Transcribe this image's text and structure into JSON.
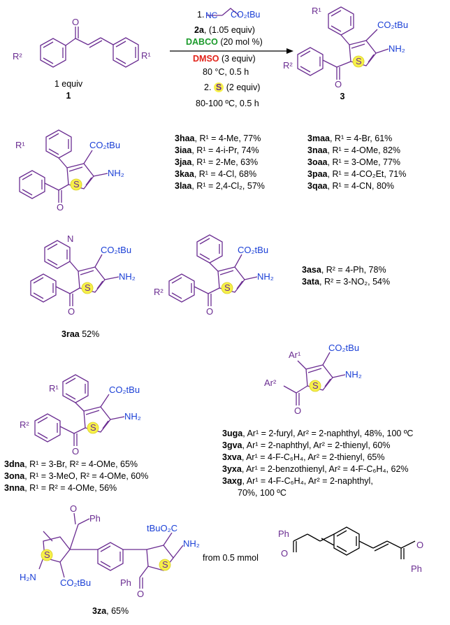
{
  "scheme": {
    "reactant": {
      "equiv": "1 equiv",
      "label": "1"
    },
    "conditions": {
      "step1_num": "1.",
      "reagent": "2a",
      "reagent_equiv": ", (1.05 equiv)",
      "base": "DABCO",
      "base_amount": " (20 mol %)",
      "solvent": "DMSO",
      "solvent_amount": " (3 equiv)",
      "temp_time_1": "80 °C, 0.5 h",
      "step2_num": "2.",
      "sulfur": "S",
      "sulfur_amount": " (2 equiv)",
      "temp_time_2": "80-100 ºC, 0.5 h"
    },
    "product": {
      "label": "3"
    }
  },
  "atoms": {
    "r1": "R¹",
    "r2": "R²",
    "o": "O",
    "s": "S",
    "n": "N",
    "nh2": "NH₂",
    "h2n": "H₂N",
    "co2tbu": "CO₂tBu",
    "tbuo2c": "tBuO₂C",
    "nc": "NC",
    "ph": "Ph",
    "ar1": "Ar¹",
    "ar2": "Ar²"
  },
  "series_r1": [
    {
      "code": "3haa",
      "desc": ", R¹ = 4-Me, 77%"
    },
    {
      "code": "3iaa",
      "desc": ", R¹ = 4-i-Pr, 74%"
    },
    {
      "code": "3jaa",
      "desc": ", R¹ = 2-Me, 63%"
    },
    {
      "code": "3kaa",
      "desc": ", R¹ = 4-Cl, 68%"
    },
    {
      "code": "3laa",
      "desc": ", R¹ = 2,4-Cl₂, 57%"
    },
    {
      "code": "3maa",
      "desc": ", R¹ = 4-Br, 61%"
    },
    {
      "code": "3naa",
      "desc": ", R¹ = 4-OMe, 82%"
    },
    {
      "code": "3oaa",
      "desc": ", R¹ = 3-OMe, 77%"
    },
    {
      "code": "3paa",
      "desc": ", R¹ = 4-CO₂Et, 71%"
    },
    {
      "code": "3qaa",
      "desc": ", R¹ = 4-CN, 80%"
    }
  ],
  "raa": {
    "code": "3raa",
    "yield": " 52%"
  },
  "series_r2": [
    {
      "code": "3asa",
      "desc": ", R² = 4-Ph, 78%"
    },
    {
      "code": "3ata",
      "desc": ", R² = 3-NO₂, 54%"
    }
  ],
  "series_r1r2": [
    {
      "code": "3dna",
      "desc": ", R¹ = 3-Br, R² = 4-OMe, 65%"
    },
    {
      "code": "3ona",
      "desc": ", R¹ = 3-MeO, R² = 4-OMe, 60%"
    },
    {
      "code": "3nna",
      "desc": ", R¹ =  R² = 4-OMe, 56%"
    }
  ],
  "series_ar": [
    {
      "code": "3uga",
      "desc": ", Ar¹ = 2-furyl, Ar² = 2-naphthyl, 48%, 100 ºC"
    },
    {
      "code": "3gva",
      "desc": ", Ar¹ = 2-naphthyl, Ar² = 2-thienyl, 60%"
    },
    {
      "code": "3xva",
      "desc": ", Ar¹ = 4-F-C₆H₄, Ar² = 2-thienyl, 65%"
    },
    {
      "code": "3yxa",
      "desc": ", Ar¹ = 2-benzothienyl, Ar² = 4-F-C₆H₄, 62%"
    },
    {
      "code": "3axg",
      "desc": ", Ar¹ = 4-F-C₆H₄, Ar² = 2-naphthyl,"
    },
    {
      "code": "",
      "desc": "70%, 100 ºC"
    }
  ],
  "za": {
    "code": "3za",
    "yield": ", 65%",
    "note": "from 0.5 mmol"
  }
}
